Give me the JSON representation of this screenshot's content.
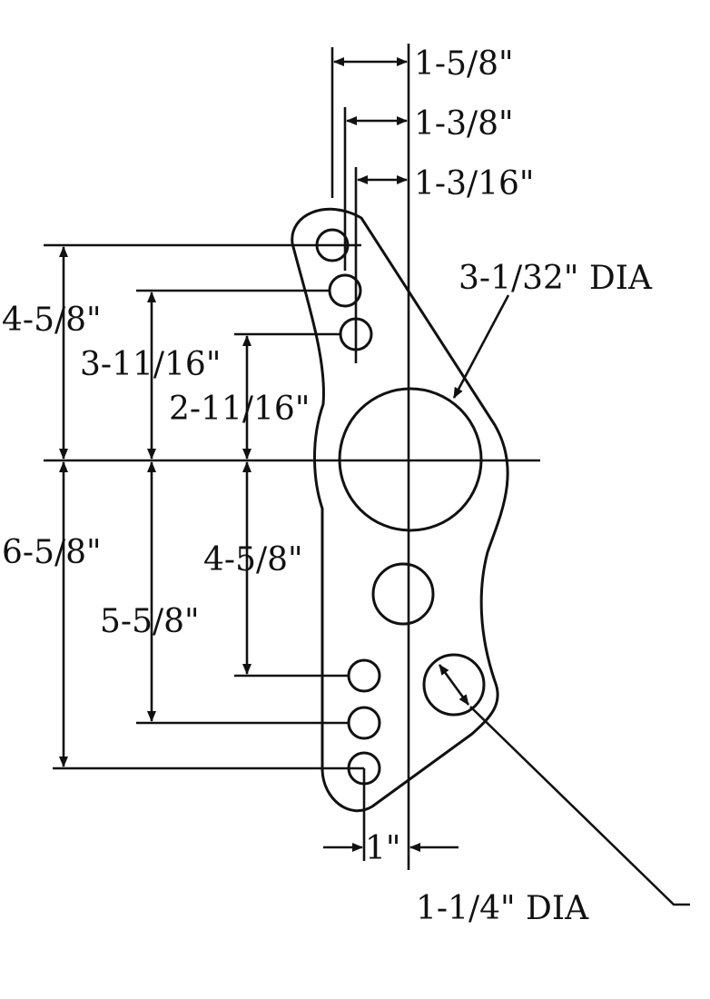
{
  "dimensions": {
    "top_offset_1": "1-5/8\"",
    "top_offset_2": "1-3/8\"",
    "top_offset_3": "1-3/16\"",
    "upper_1": "4-5/8\"",
    "upper_2": "3-11/16\"",
    "upper_3": "2-11/16\"",
    "lower_1": "6-5/8\"",
    "lower_2": "5-5/8\"",
    "lower_3": "4-5/8\"",
    "bottom_offset": "1\"",
    "large_hole_dia": "3-1/32\" DIA",
    "small_hole_dia": "1-1/4\" DIA"
  },
  "colors": {
    "ink": "#111111",
    "background": "#ffffff"
  }
}
